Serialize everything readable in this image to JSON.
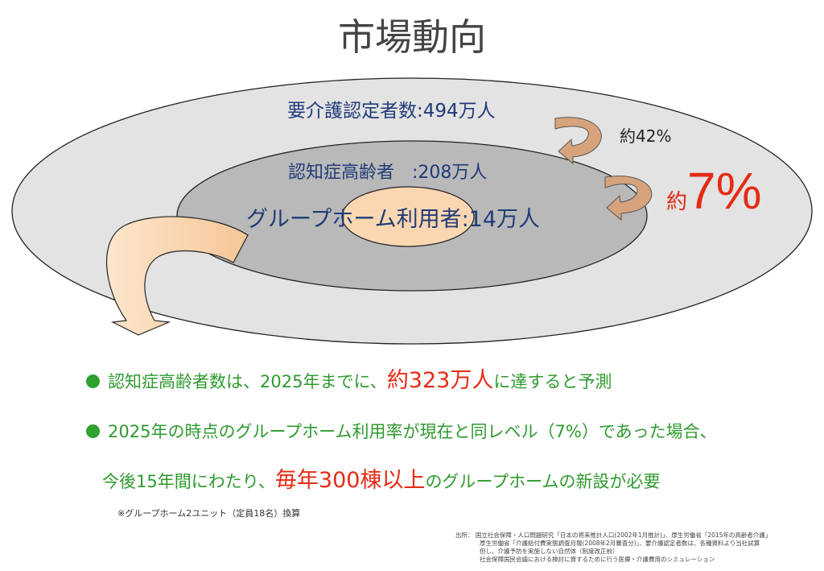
{
  "title": "市場動向",
  "diagram": {
    "outer_label": "要介護認定者数:494万人",
    "mid_label": "認知症高齢者　:208万人",
    "inner_label": "グループホーム利用者:14万人",
    "ratio_42_prefix": "約",
    "ratio_42_value": "42%",
    "ratio_7_prefix": "約",
    "ratio_7_value": "7%",
    "colors": {
      "outer": "#e3e3e3",
      "middle": "#b9b9b9",
      "inner": "#fbd7b1",
      "arrow": "#d7a37c",
      "accent_red": "#e52b14",
      "bullet_green": "#2ea12e"
    }
  },
  "bullets": [
    {
      "before": "認知症高齢者数は、2025年までに、",
      "highlight": "約323万人",
      "after": "に達すると予測"
    },
    {
      "text": "2025年の時点のグループホーム利用率が現在と同レベル（7%）であった場合、"
    },
    {
      "before": "今後15年間にわたり、",
      "highlight": "毎年300棟以上",
      "after": "のグループホームの新設が必要"
    }
  ],
  "note": "※グループホーム2ユニット（定員18名）換算",
  "source": {
    "prefix": "出所：",
    "line1": "国立社会保障・人口問題研究「日本の将来推計人口(2002年1月推計)」、厚生労働省「2015年の高齢者介護」",
    "line2": "厚生労働省「介護給付費実態調査月報(2008年2月審査分)」、要介護認定者数は、各種資料より当社試算",
    "line3": "但し、介護予防を実施しない自然体（制度改正前）",
    "line4": "社会保障国民会議における検討に資するために行う医療・介護費用のシミュレーション"
  }
}
